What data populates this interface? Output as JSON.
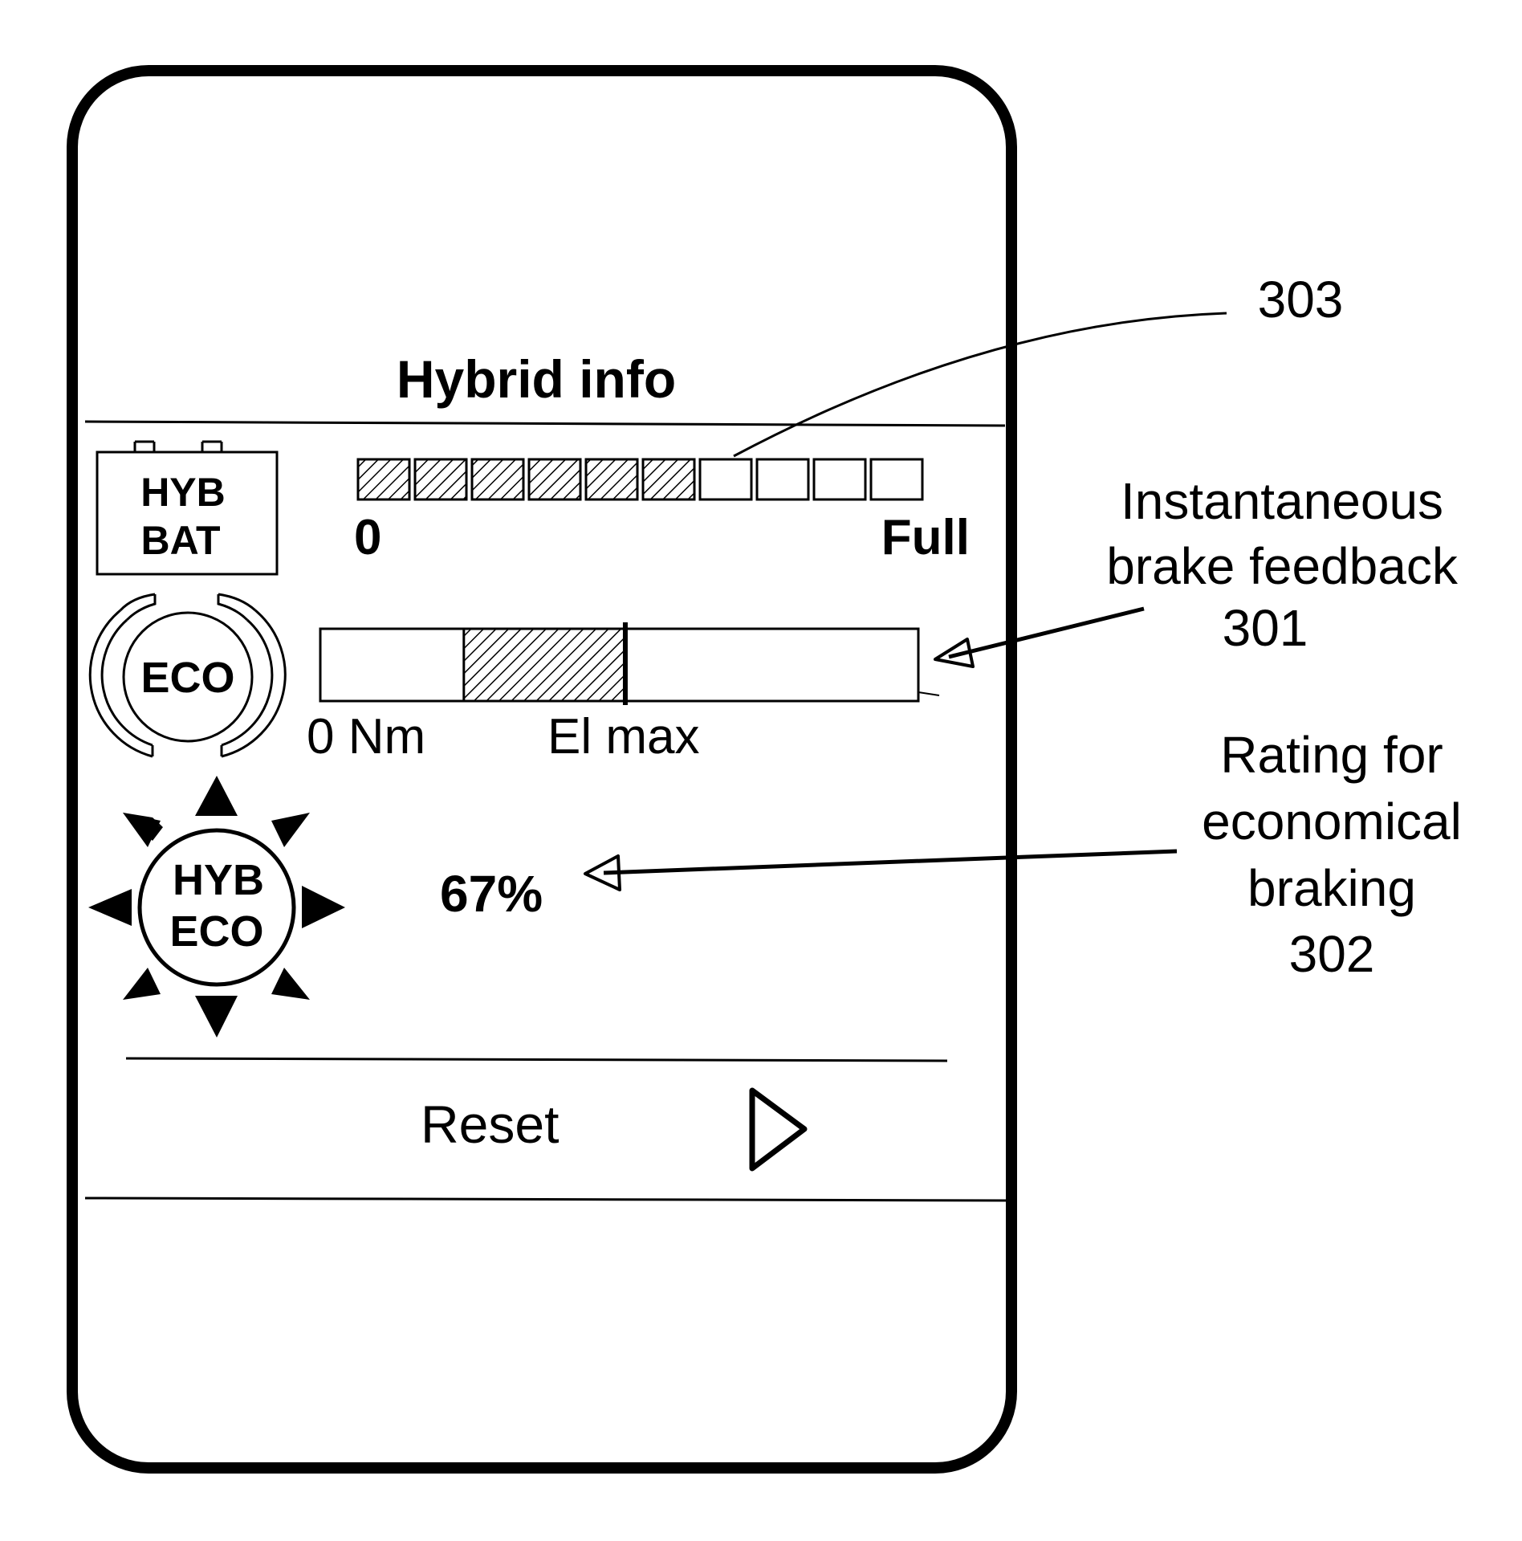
{
  "screen": {
    "title": "Hybrid info",
    "battery": {
      "icon_line1": "HYB",
      "icon_line2": "BAT",
      "filled_segments": 6,
      "total_segments": 10,
      "label_min": "0",
      "label_max": "Full"
    },
    "brake_feedback": {
      "icon_label": "ECO",
      "fill_start_fraction": 0.24,
      "fill_end_fraction": 0.51,
      "label_zero": "0 Nm",
      "label_max": "El max"
    },
    "rating": {
      "icon_line1": "HYB",
      "icon_line2": "ECO",
      "value": "67%"
    },
    "reset_label": "Reset"
  },
  "annotations": {
    "ref_303": "303",
    "brake_line1": "Instantaneous",
    "brake_line2": "brake feedback",
    "brake_ref": "301",
    "rating_line1": "Rating for",
    "rating_line2": "economical",
    "rating_line3": "braking",
    "rating_ref": "302"
  }
}
